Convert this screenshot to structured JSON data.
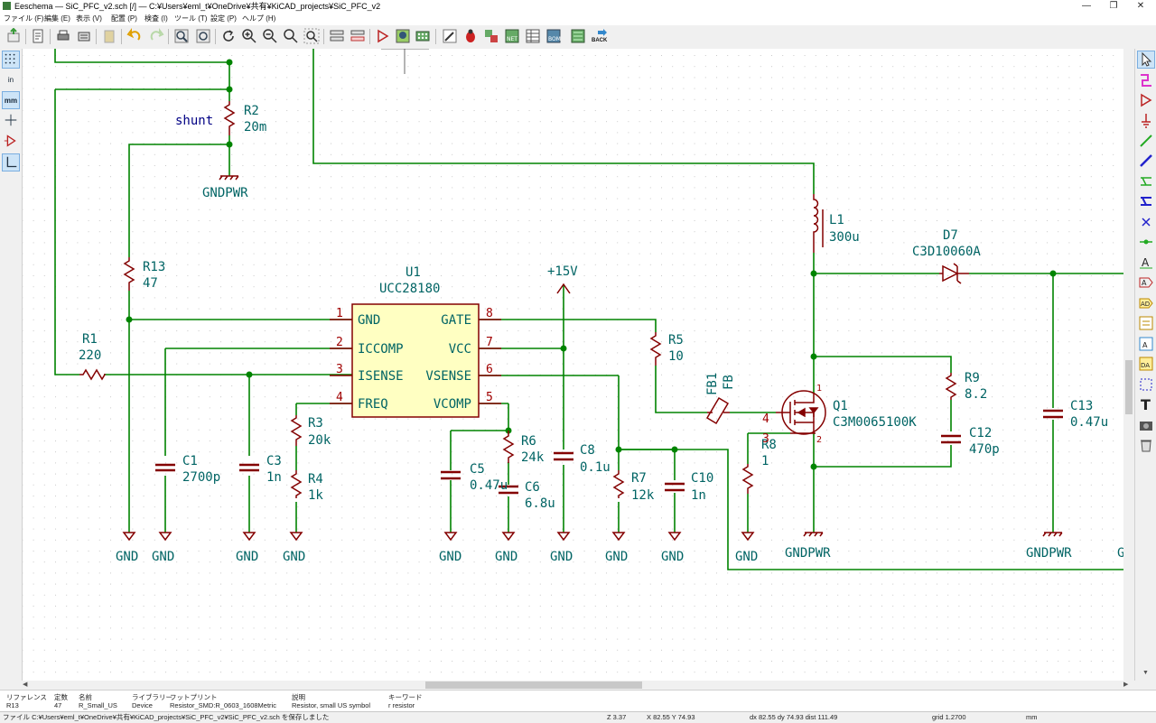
{
  "window": {
    "title": "Eeschema — SiC_PFC_v2.sch [/] — C:¥Users¥eml_t¥OneDrive¥共有¥KiCAD_projects¥SiC_PFC_v2",
    "controls": [
      "—",
      "❐",
      "✕"
    ]
  },
  "menu": [
    "ファイル (F)",
    "編集 (E)",
    "表示 (V)",
    "配置 (P)",
    "検査 (I)",
    "ツール (T)",
    "設定 (P)",
    "ヘルプ (H)"
  ],
  "toolbar": {
    "back_label": "BACK",
    "icons": [
      "new-schematic-icon",
      "open-schematic-icon",
      "save-icon",
      "page-setup-icon",
      "print-icon",
      "plot-icon",
      "paste-icon",
      "undo-icon",
      "redo-icon",
      "find-icon",
      "find-replace-icon",
      "refresh-icon",
      "zoom-in-icon",
      "zoom-out-icon",
      "zoom-fit-icon",
      "zoom-selection-icon",
      "hierarchy-navigator-icon",
      "leave-sheet-icon",
      "symbol-editor-icon",
      "symbol-browser-icon",
      "footprint-editor-icon",
      "annotate-icon",
      "erc-icon",
      "assign-footprints-icon",
      "netlist-icon",
      "bom-icon",
      "pcbnew-icon",
      "back-to-pcb-icon"
    ]
  },
  "left_toolbar": {
    "items": [
      {
        "icon": "grid-toggle-icon",
        "label": "",
        "active": true
      },
      {
        "icon": "inch-units-icon",
        "label": "in",
        "active": false
      },
      {
        "icon": "mm-units-icon",
        "label": "mm",
        "active": true
      },
      {
        "icon": "cursor-shape-icon",
        "label": "",
        "active": false
      },
      {
        "icon": "hidden-pins-icon",
        "label": "",
        "active": false
      },
      {
        "icon": "wire-angle-icon",
        "label": "",
        "active": true
      }
    ]
  },
  "right_toolbar": {
    "items": [
      "select-icon",
      "highlight-net-icon",
      "add-symbol-icon",
      "add-power-icon",
      "add-wire-icon",
      "add-bus-icon",
      "wire-bus-entry-icon",
      "bus-bus-entry-icon",
      "no-connect-icon",
      "junction-icon",
      "net-label-icon",
      "global-label-icon",
      "hierarchical-label-icon",
      "hierarchical-sheet-icon",
      "import-sheet-pin-icon",
      "add-text-icon",
      "add-graphic-line-icon",
      "add-image-icon",
      "delete-icon"
    ]
  },
  "schematic": {
    "colors": {
      "wire": "#008400",
      "component": "#840000",
      "refdes": "#006464",
      "net_label": "#000084",
      "grid": "#c8c8c8",
      "pin_number": "#a00000"
    },
    "net_label_shunt": "shunt",
    "components": {
      "R2": {
        "ref": "R2",
        "value": "20m"
      },
      "R13": {
        "ref": "R13",
        "value": "47"
      },
      "R1": {
        "ref": "R1",
        "value": "220"
      },
      "U1": {
        "ref": "U1",
        "value": "UCC28180",
        "pins_left": [
          {
            "num": "1",
            "name": "GND"
          },
          {
            "num": "2",
            "name": "ICCOMP"
          },
          {
            "num": "3",
            "name": "ISENSE"
          },
          {
            "num": "4",
            "name": "FREQ"
          }
        ],
        "pins_right": [
          {
            "num": "8",
            "name": "GATE"
          },
          {
            "num": "7",
            "name": "VCC"
          },
          {
            "num": "6",
            "name": "VSENSE"
          },
          {
            "num": "5",
            "name": "VCOMP"
          }
        ]
      },
      "C1": {
        "ref": "C1",
        "value": "2700p"
      },
      "C3": {
        "ref": "C3",
        "value": "1n"
      },
      "R3": {
        "ref": "R3",
        "value": "20k"
      },
      "R4": {
        "ref": "R4",
        "value": "1k"
      },
      "C5": {
        "ref": "C5",
        "value": "0.47u"
      },
      "R6": {
        "ref": "R6",
        "value": "24k"
      },
      "C6": {
        "ref": "C6",
        "value": "6.8u"
      },
      "C8": {
        "ref": "C8",
        "value": "0.1u"
      },
      "R7": {
        "ref": "R7",
        "value": "12k"
      },
      "C10": {
        "ref": "C10",
        "value": "1n"
      },
      "R5": {
        "ref": "R5",
        "value": "10"
      },
      "FB1": {
        "ref": "FB1",
        "value": "FB"
      },
      "Q1": {
        "ref": "Q1",
        "value": "C3M0065100K",
        "pins": [
          "1",
          "2",
          "3",
          "4"
        ]
      },
      "R8": {
        "ref": "R8",
        "value": "1"
      },
      "R9": {
        "ref": "R9",
        "value": "8.2"
      },
      "C12": {
        "ref": "C12",
        "value": "470p"
      },
      "L1": {
        "ref": "L1",
        "value": "300u"
      },
      "D7": {
        "ref": "D7",
        "value": "C3D10060A"
      },
      "C13": {
        "ref": "C13",
        "value": "0.47u"
      }
    },
    "power": {
      "plus15": "+15V",
      "gnd": "GND",
      "gndpwr": "GNDPWR",
      "cut_label": "G"
    }
  },
  "message_panel": [
    {
      "header": "リファレンス",
      "value": "R13"
    },
    {
      "header": "定数",
      "value": "47"
    },
    {
      "header": "名前",
      "value": "R_Small_US"
    },
    {
      "header": "ライブラリー",
      "value": "Device"
    },
    {
      "header": "フットプリント",
      "value": "Resistor_SMD:R_0603_1608Metric"
    },
    {
      "header": "説明",
      "value": "Resistor, small US symbol"
    },
    {
      "header": "キーワード",
      "value": "r resistor"
    }
  ],
  "status_bar": {
    "message": "ファイル C:¥Users¥eml_t¥OneDrive¥共有¥KiCAD_projects¥SiC_PFC_v2¥SiC_PFC_v2.sch を保存しました",
    "zoom": "Z 3.37",
    "cursor": "X 82.55  Y 74.93",
    "delta": "dx 82.55  dy 74.93  dist 111.49",
    "grid": "grid 1.2700",
    "units": "mm"
  }
}
